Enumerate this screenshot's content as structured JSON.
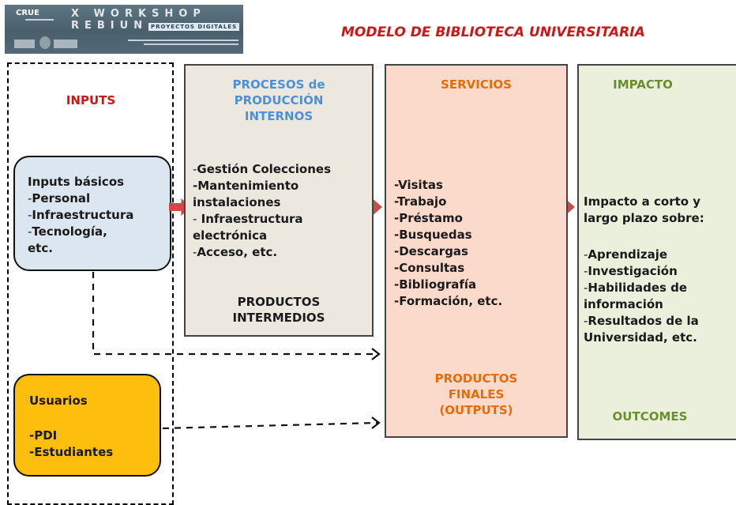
{
  "banner": {
    "org": "CRUE",
    "workshop": "X WORKSHOP REBIUN",
    "sub": "PROYECTOS DIGITALES"
  },
  "title": "MODELO DE BIBLIOTECA UNIVERSITARIA",
  "inputs": {
    "heading": "INPUTS",
    "basic": {
      "title": "Inputs básicos",
      "items": [
        "Personal",
        "Infraestructura",
        "Tecnología,",
        "etc."
      ]
    },
    "users": {
      "title": "Usuarios",
      "items": [
        "-PDI",
        "-Estudiantes"
      ]
    }
  },
  "processes": {
    "heading_l1": "PROCESOS de",
    "heading_l2": "PRODUCCIÓN",
    "heading_l3": "INTERNOS",
    "items": [
      "Gestión Colecciones",
      "-Mantenimiento",
      "instalaciones",
      " Infraestructura",
      "electrónica",
      "Acceso, etc."
    ],
    "footer_l1": "PRODUCTOS",
    "footer_l2": "INTERMEDIOS"
  },
  "services": {
    "heading": "SERVICIOS",
    "items": [
      "-Visitas",
      "-Trabajo",
      "-Préstamo",
      "-Busquedas",
      "-Descargas",
      "-Consultas",
      "-Bibliografía",
      "-Formación, etc."
    ],
    "footer_l1": "PRODUCTOS",
    "footer_l2": "FINALES",
    "footer_l3": "(OUTPUTS)"
  },
  "impact": {
    "heading": "IMPACTO",
    "intro_l1": "Impacto a corto y",
    "intro_l2": "largo plazo sobre:",
    "items": [
      "Aprendizaje",
      "Investigación",
      "Habilidades de",
      "información",
      "Resultados de la",
      "Universidad, etc."
    ],
    "footer": "OUTCOMES"
  },
  "colors": {
    "title": "#d01515",
    "inputs_heading": "#d01515",
    "processes_heading": "#4f8fd6",
    "services_heading": "#e46c0a",
    "impact_heading": "#6a8f31",
    "arrow": "#cd4a4a"
  }
}
